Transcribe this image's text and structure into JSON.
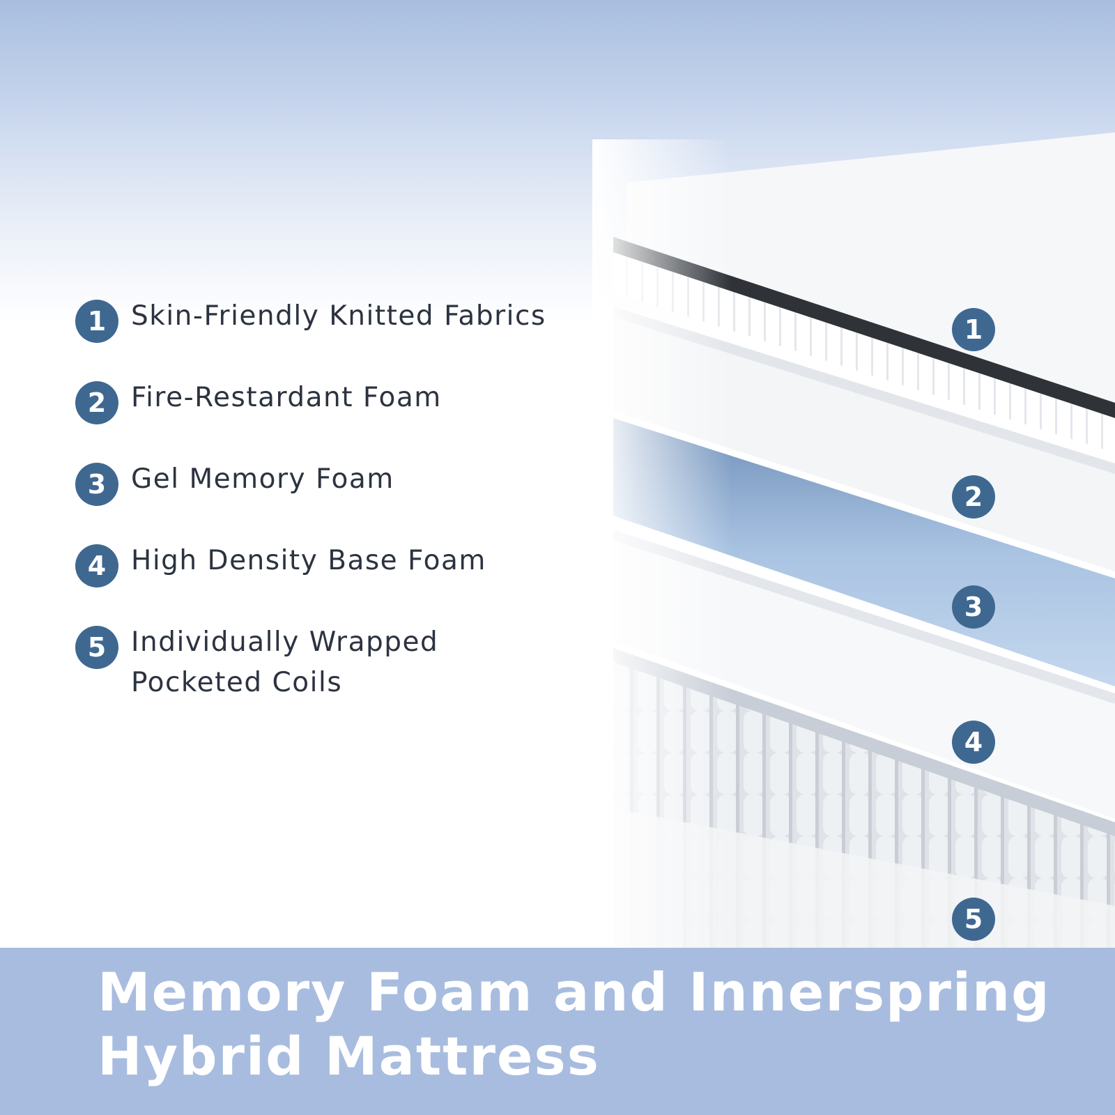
{
  "features": [
    {
      "number": "1",
      "label": "Skin-Friendly Knitted Fabrics"
    },
    {
      "number": "2",
      "label": "Fire-Restardant Foam"
    },
    {
      "number": "3",
      "label": "Gel Memory Foam"
    },
    {
      "number": "4",
      "label": "High Density Base Foam"
    },
    {
      "number": "5",
      "label": "Individually Wrapped Pocketed Coils"
    }
  ],
  "markers": [
    "1",
    "2",
    "3",
    "4",
    "5"
  ],
  "banner": {
    "title_line1": "Memory Foam and Innerspring",
    "title_line2": "Hybrid Mattress"
  },
  "colors": {
    "accent": "#3f6891",
    "banner": "#a8bcdf",
    "text": "#2c3340",
    "gel_layer": "#9fbcdc"
  }
}
